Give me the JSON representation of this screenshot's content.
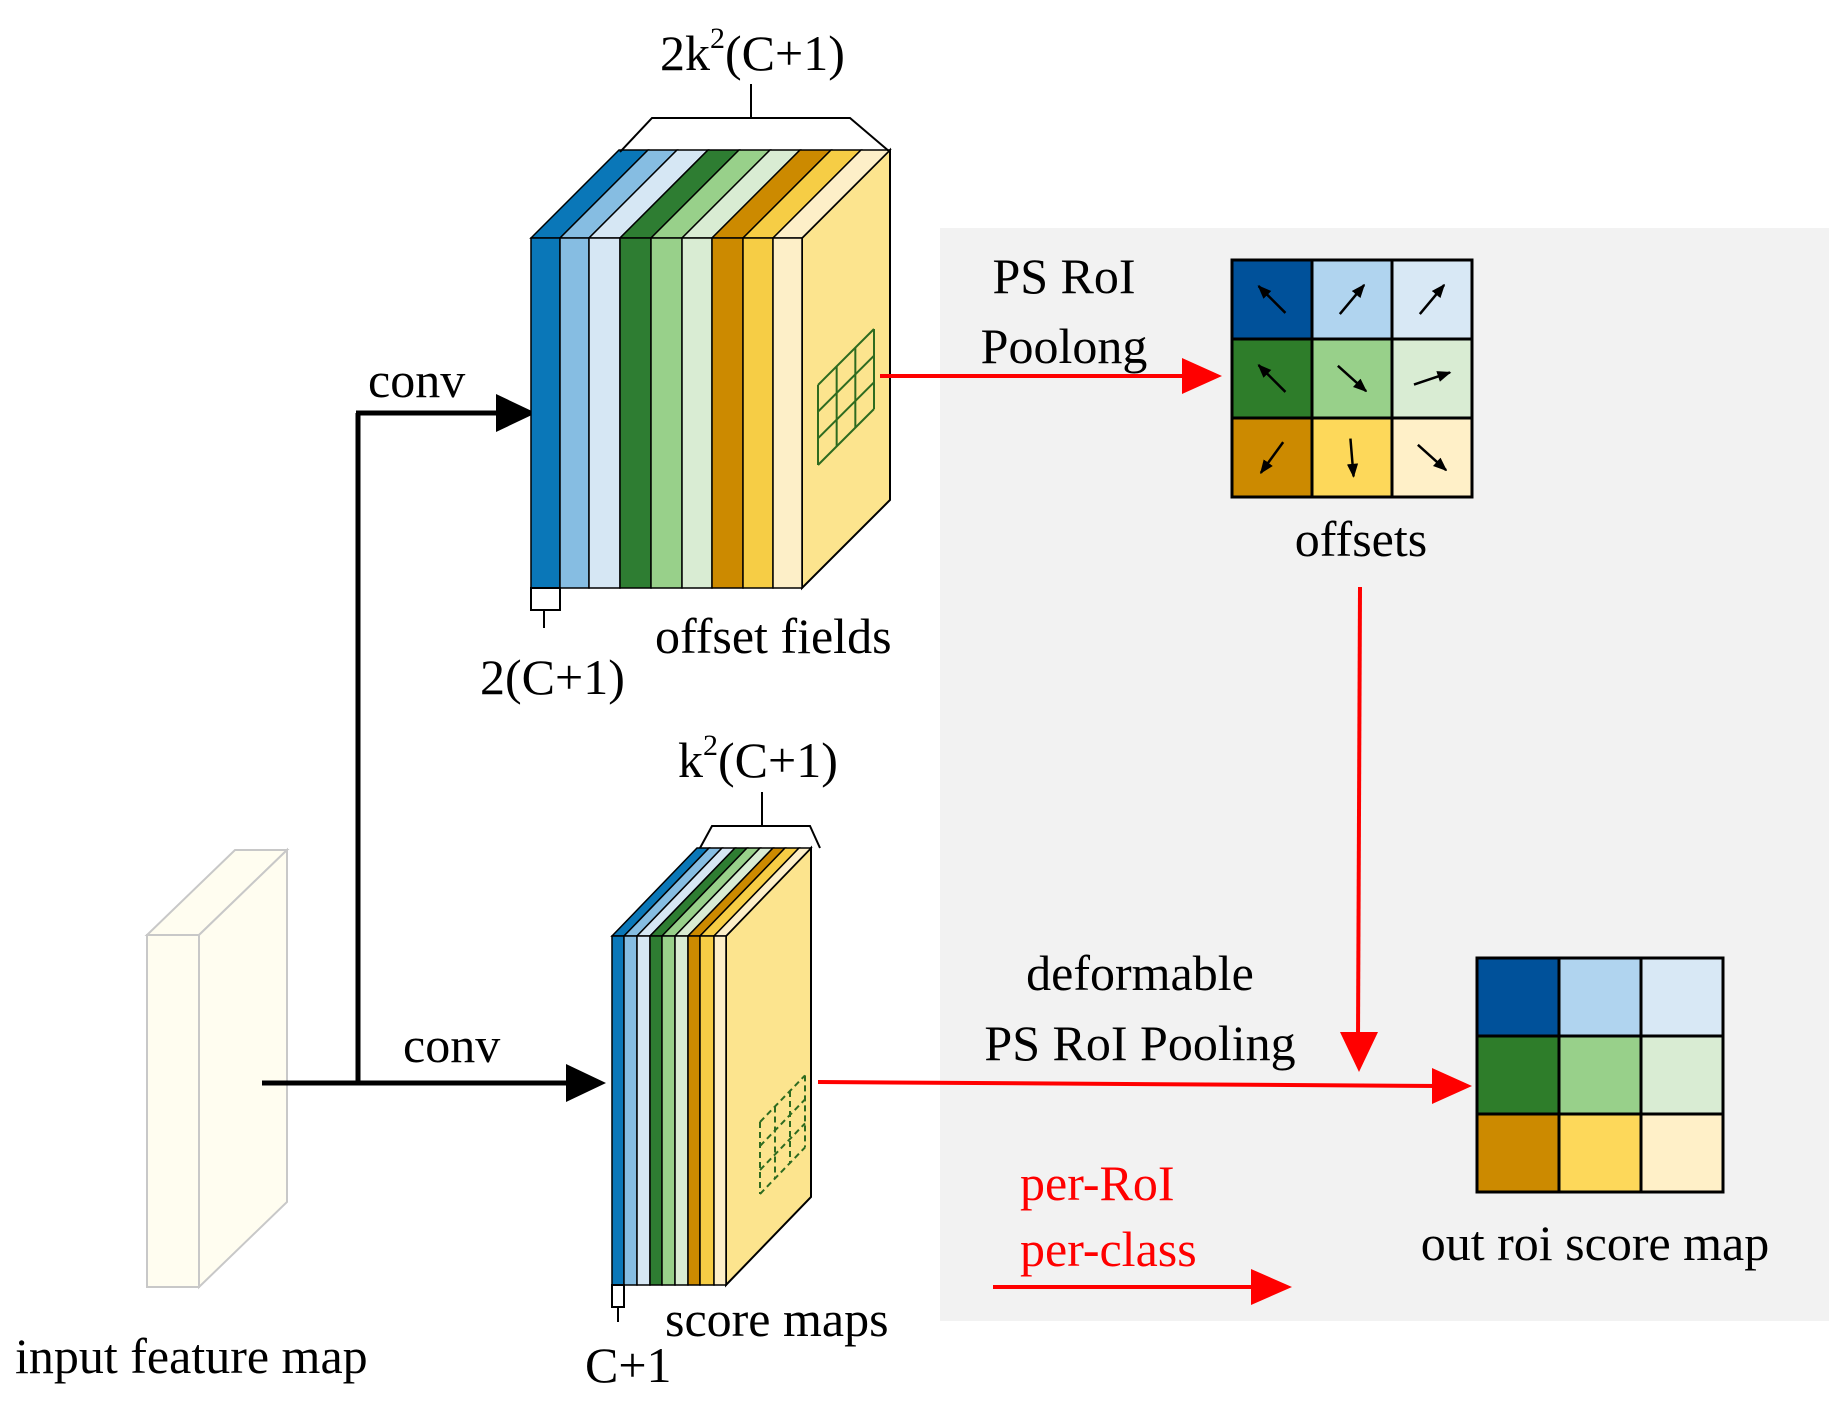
{
  "labels": {
    "top_channels": "2k",
    "top_channels_sup": "2",
    "top_channels_tail": "(C+1)",
    "bottom_channels": "k",
    "bottom_channels_sup": "2",
    "bottom_channels_tail": "(C+1)",
    "conv_top": "conv",
    "conv_bottom": "conv",
    "offset_fields": "offset fields",
    "offset_depth": "2(C+1)",
    "score_maps": "score maps",
    "score_depth": "C+1",
    "ps_roi_line1": "PS RoI",
    "ps_roi_line2": "Poolong",
    "offsets": "offsets",
    "deformable_line1": "deformable",
    "deformable_line2": "PS RoI Pooling",
    "per_roi": "per-RoI",
    "per_class": "per-class",
    "out_roi": "out roi score map",
    "input_feature_map": "input feature map"
  },
  "colors": {
    "slice_palette": [
      "#0a77b8",
      "#86bde2",
      "#d6e7f4",
      "#2e7d32",
      "#98d08a",
      "#d9ecd3",
      "#cc8a00",
      "#f6cd45",
      "#fdefc8"
    ],
    "block_face": "#fce48e",
    "grid_line": "#2e6b20",
    "cell_colors": [
      "#00519a",
      "#b0d4ef",
      "#d8e8f5",
      "#2e7d2a",
      "#98d08a",
      "#d9ecd3",
      "#cc8a00",
      "#fdd85a",
      "#fff0c8"
    ],
    "flow_arrow": "#ff0000",
    "conv_arrow": "#000000",
    "panel_bg": "#f2f2f2",
    "input_face": "#fffdf0",
    "input_stroke": "#c8c8c8"
  },
  "offset_arrows": [
    "up-left",
    "up-right",
    "up-right",
    "up-left",
    "down-right",
    "right",
    "down-left",
    "down",
    "down-right"
  ]
}
